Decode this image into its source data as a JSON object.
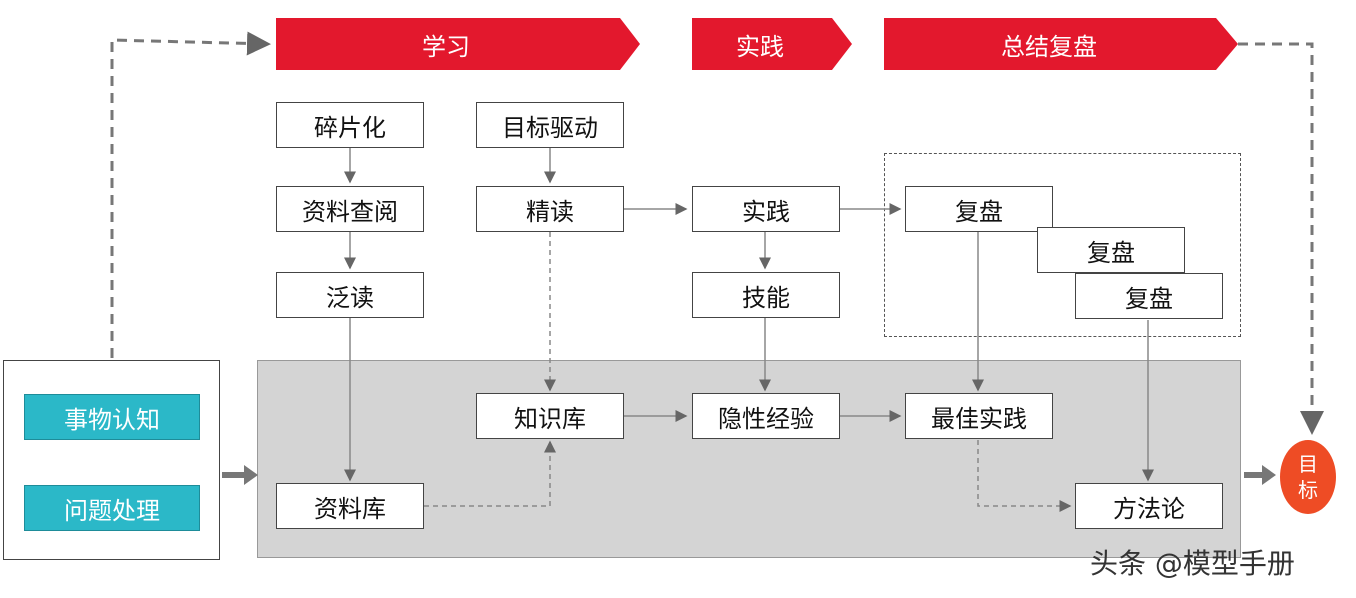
{
  "phases": {
    "learn": "学习",
    "practice": "实践",
    "review": "总结复盘"
  },
  "left": {
    "item1": "事物认知",
    "item2": "问题处理"
  },
  "learn_column_1": [
    "碎片化",
    "资料查阅",
    "泛读"
  ],
  "learn_column_2": [
    "目标驱动",
    "精读"
  ],
  "practice_column": [
    "实践",
    "技能"
  ],
  "review_boxes": [
    "复盘",
    "复盘",
    "复盘"
  ],
  "bottom": {
    "material_lib": "资料库",
    "knowledge_lib": "知识库",
    "tacit_exp": "隐性经验",
    "best_practice": "最佳实践",
    "methodology": "方法论"
  },
  "goal": {
    "line1": "目",
    "line2": "标"
  },
  "watermark": "头条 @模型手册",
  "colors": {
    "banner": "#e3182d",
    "teal": "#2bb8c8",
    "goal": "#ee4c25",
    "panel": "#d4d4d4"
  }
}
